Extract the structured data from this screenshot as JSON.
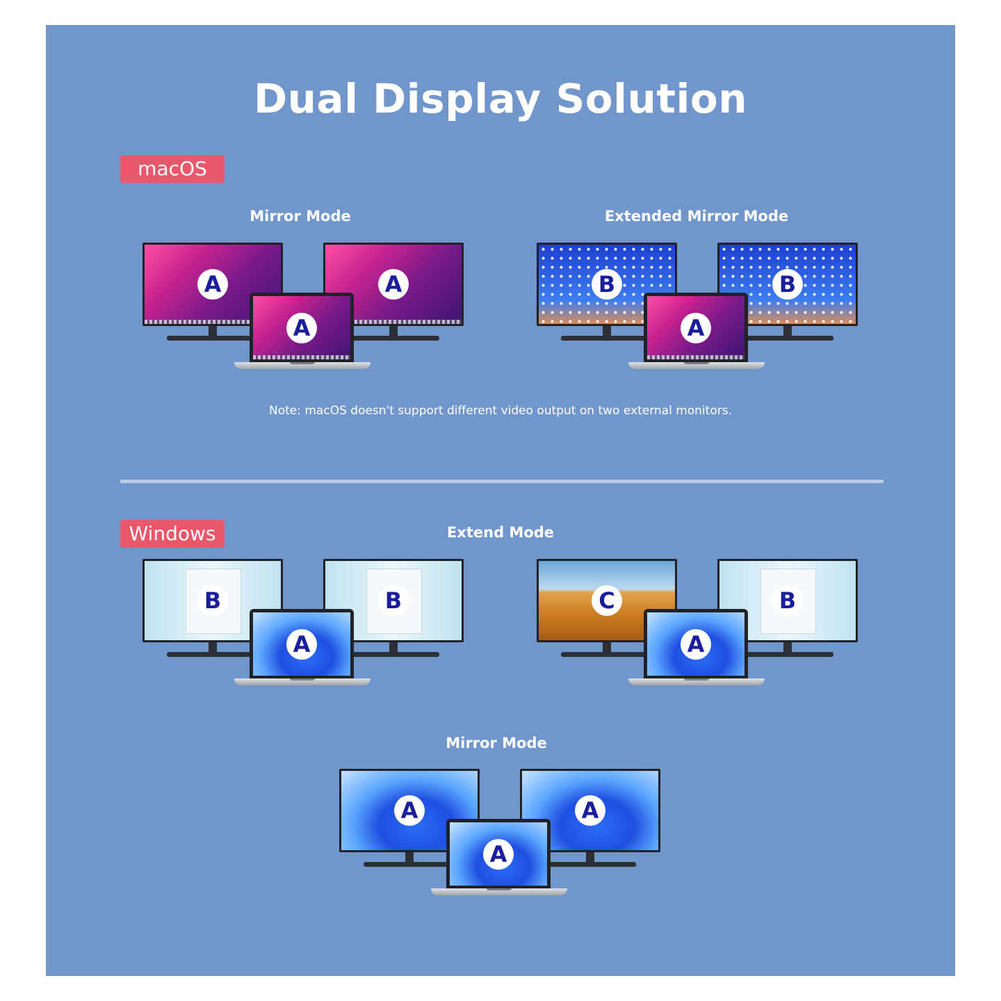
{
  "page_title": "Dual Display Solution",
  "macos": {
    "tag": "macOS",
    "mirror_title": "Mirror Mode",
    "extended_title": "Extended Mirror Mode",
    "note": "Note: macOS doesn't support different video output on two external monitors."
  },
  "windows": {
    "tag": "Windows",
    "extend_title": "Extend Mode",
    "mirror_title": "Mirror Mode"
  },
  "setups": {
    "mac_mirror": {
      "left": "A",
      "laptop": "A",
      "right": "A"
    },
    "mac_extended": {
      "left": "B",
      "laptop": "A",
      "right": "B"
    },
    "win_extend_1": {
      "left": "B",
      "laptop": "A",
      "right": "B"
    },
    "win_extend_2": {
      "left": "C",
      "laptop": "A",
      "right": "B"
    },
    "win_mirror": {
      "left": "A",
      "laptop": "A",
      "right": "A"
    }
  },
  "colors": {
    "panel": "#7096cc",
    "tag": "#e8586a",
    "badge_text": "#1b1e9c"
  }
}
